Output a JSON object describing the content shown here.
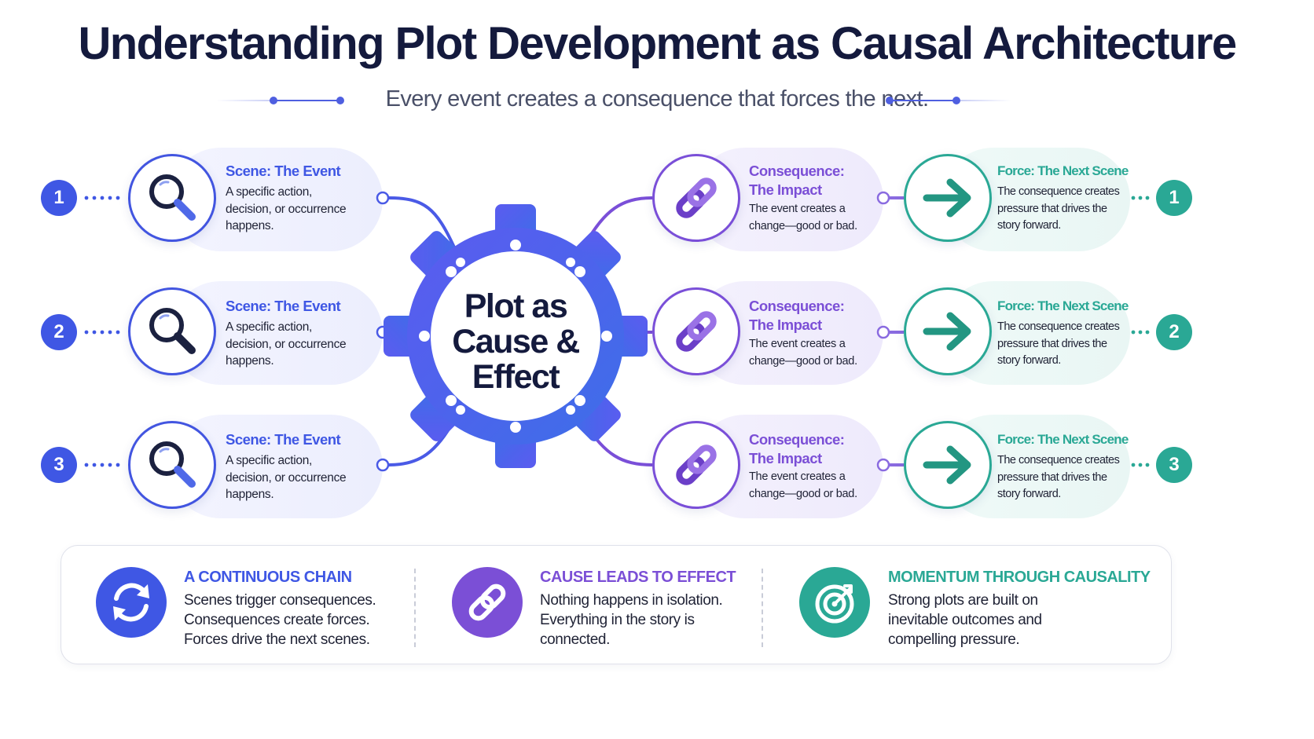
{
  "title": "Understanding Plot Development as Causal Architecture",
  "subtitle": "Every event creates a consequence that forces the next.",
  "center": {
    "line1": "Plot as",
    "line2": "Cause &",
    "line3": "Effect"
  },
  "colors": {
    "blue": "#3f57e4",
    "purple": "#7b4fd6",
    "teal": "#2aa895",
    "dark": "#141a3d"
  },
  "rows": [
    {
      "number": "1",
      "event": {
        "title": "Scene: The Event",
        "desc1": "A specific action,",
        "desc2": "decision, or occurrence",
        "desc3": "happens."
      },
      "consequence": {
        "title1": "Consequence:",
        "title2": "The Impact",
        "desc1": "The event creates a",
        "desc2": "change—good or bad."
      },
      "force": {
        "title": "Force: The Next Scene",
        "desc1": "The consequence creates",
        "desc2": "pressure that drives the",
        "desc3": "story forward."
      }
    },
    {
      "number": "2",
      "event": {
        "title": "Scene: The Event",
        "desc1": "A specific action,",
        "desc2": "decision, or occurrence",
        "desc3": "happens."
      },
      "consequence": {
        "title1": "Consequence:",
        "title2": "The Impact",
        "desc1": "The event creates a",
        "desc2": "change—good or bad."
      },
      "force": {
        "title": "Force: The Next Scene",
        "desc1": "The consequence creates",
        "desc2": "pressure that drives the",
        "desc3": "story forward."
      }
    },
    {
      "number": "3",
      "event": {
        "title": "Scene: The Event",
        "desc1": "A specific action,",
        "desc2": "decision, or occurrence",
        "desc3": "happens."
      },
      "consequence": {
        "title1": "Consequence:",
        "title2": "The Impact",
        "desc1": "The event creates a",
        "desc2": "change—good or bad."
      },
      "force": {
        "title": "Force: The Next Scene",
        "desc1": "The consequence creates",
        "desc2": "pressure that drives the",
        "desc3": "story forward."
      }
    }
  ],
  "icons": {
    "event": "magnifying-glass-icon",
    "consequence": "chain-link-icon",
    "force": "arrow-right-icon",
    "chain": "refresh-cycle-icon",
    "cause": "link-icon",
    "momentum": "target-icon"
  },
  "summary": [
    {
      "title": "A CONTINUOUS CHAIN",
      "line1": "Scenes trigger consequences.",
      "line2": "Consequences create forces.",
      "line3": "Forces drive the next scenes."
    },
    {
      "title": "CAUSE LEADS TO EFFECT",
      "line1": "Nothing happens in isolation.",
      "line2": "Everything in the story is",
      "line3": "connected."
    },
    {
      "title": "MOMENTUM THROUGH CAUSALITY",
      "line1": "Strong plots are built on",
      "line2": "inevitable outcomes and",
      "line3": "compelling pressure."
    }
  ]
}
